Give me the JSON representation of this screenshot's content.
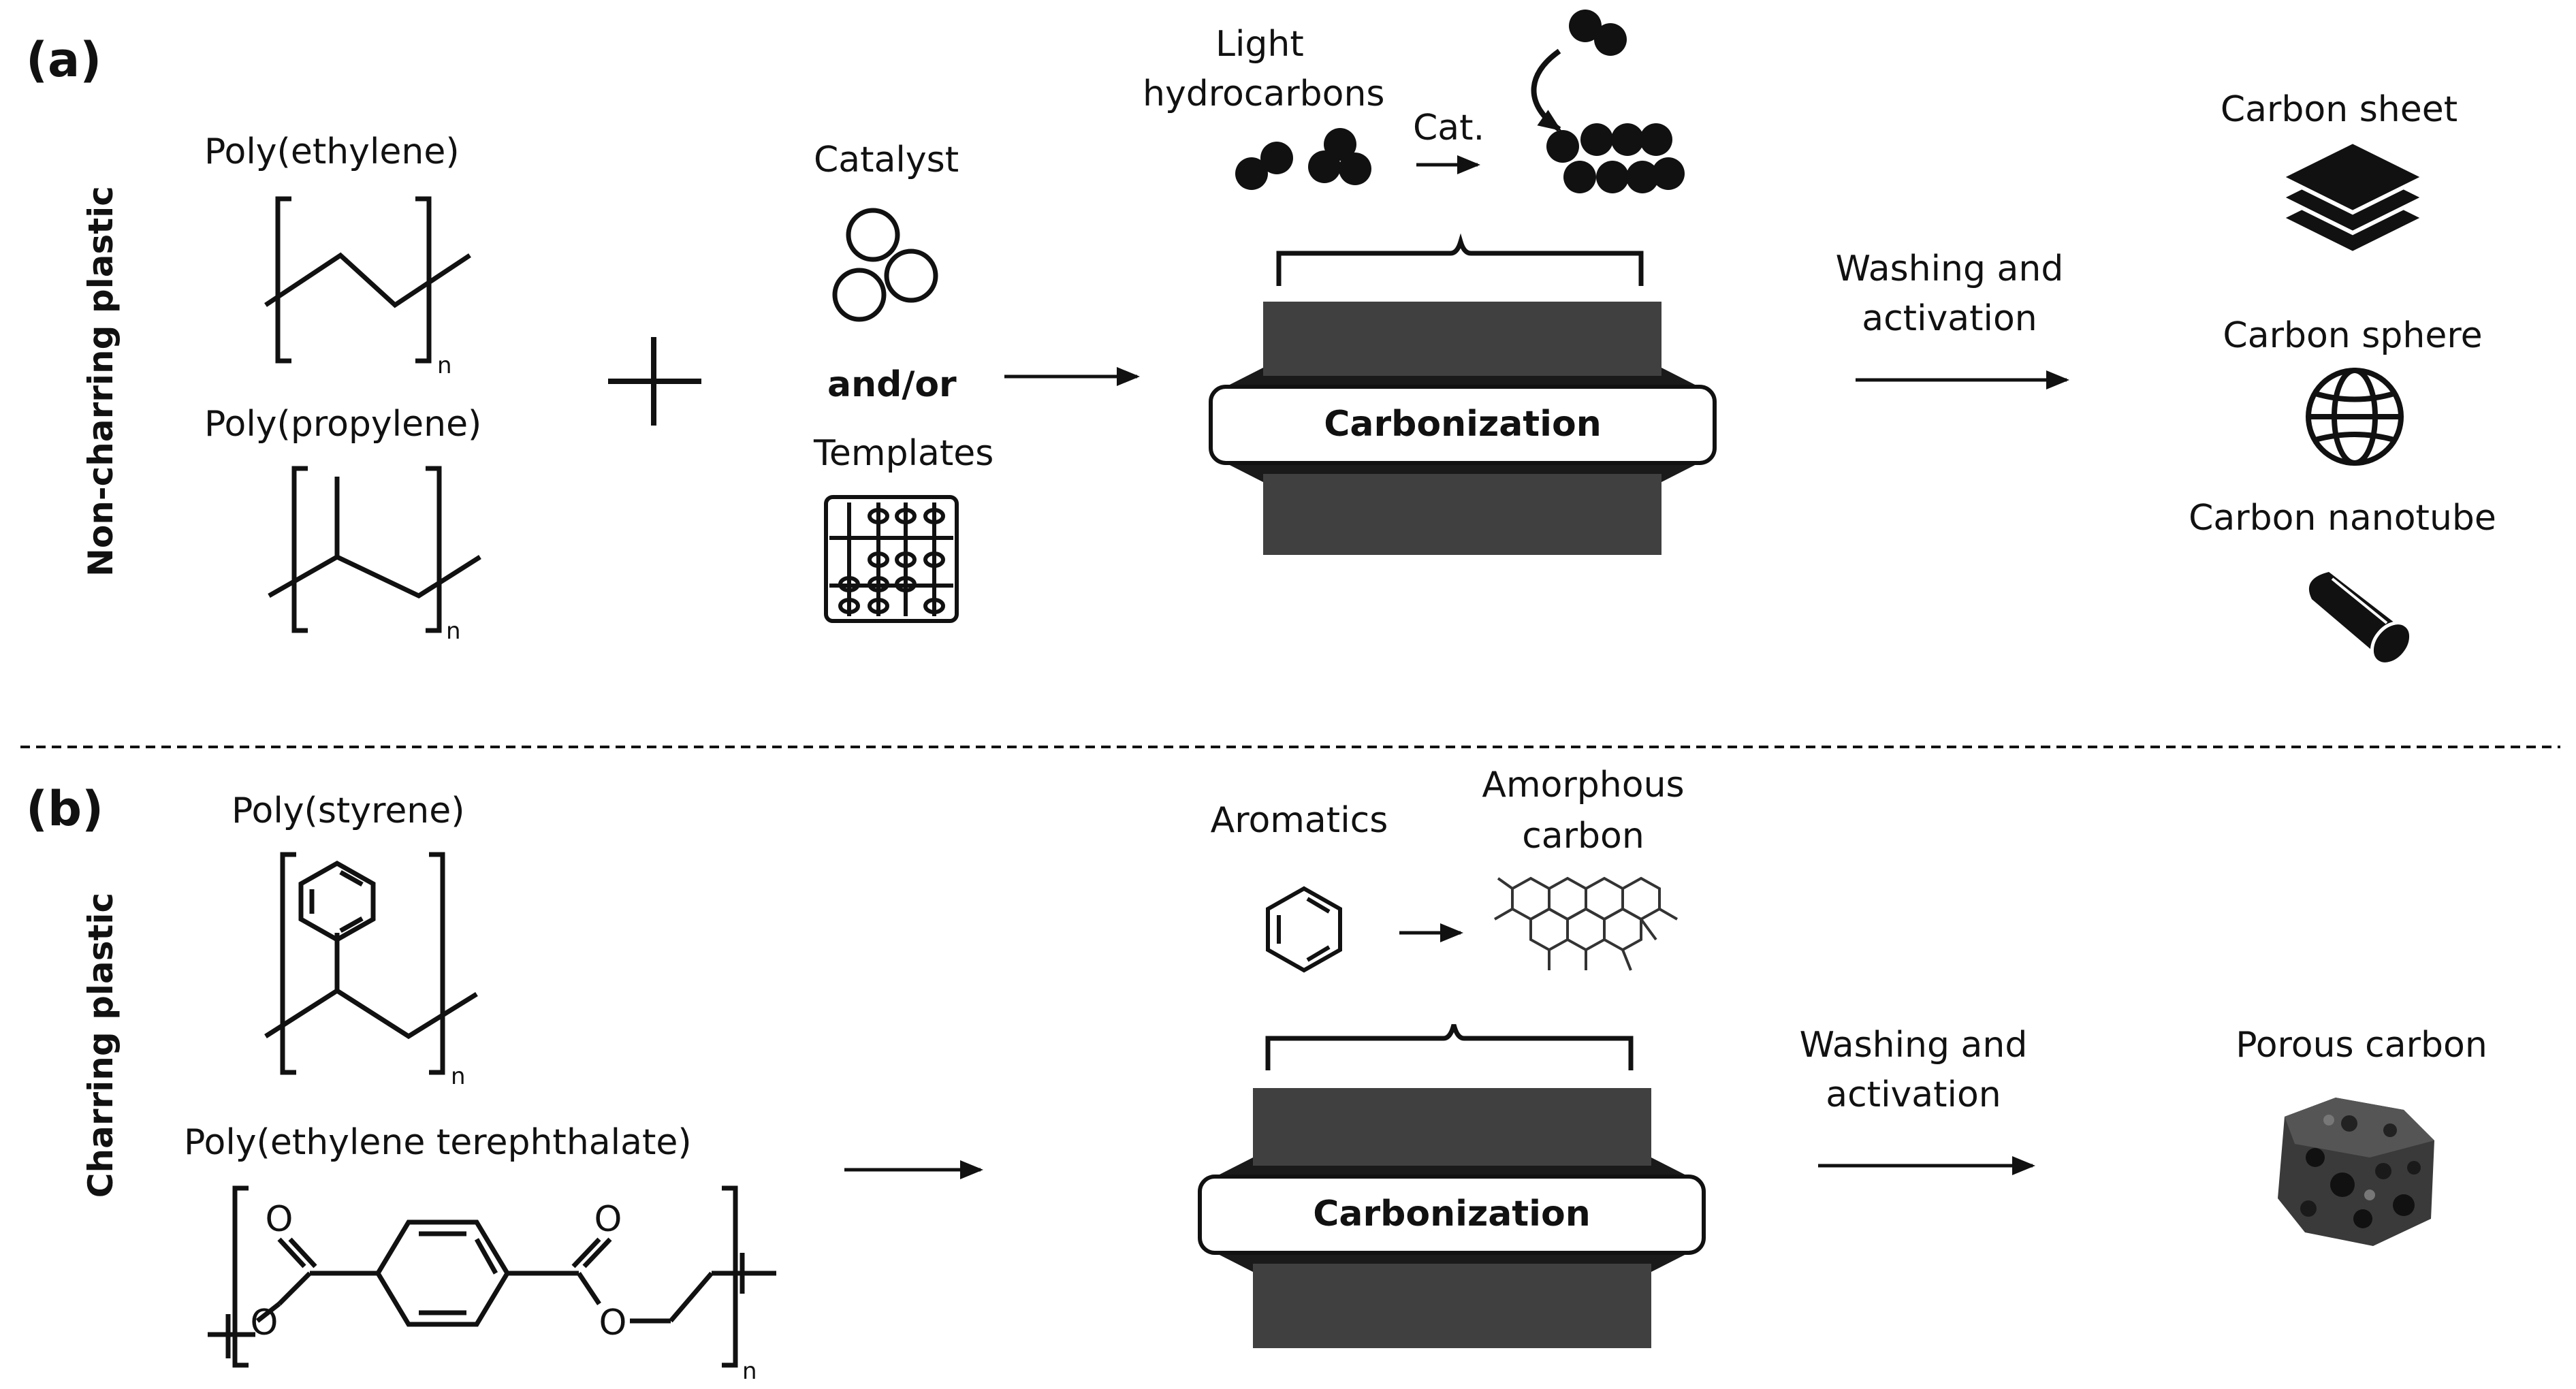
{
  "panel_a": {
    "label": "(a)",
    "side_label": "Non-charring plastic",
    "polymer_1": "Poly(ethylene)",
    "polymer_2": "Poly(propylene)",
    "subscript_n": "n",
    "catalyst": "Catalyst",
    "and_or": "and/or",
    "templates": "Templates",
    "light_hc_1": "Light",
    "light_hc_2": "hydrocarbons",
    "cat": "Cat.",
    "carbonization": "Carbonization",
    "washing_1": "Washing and",
    "washing_2": "activation",
    "product_1": "Carbon sheet",
    "product_2": "Carbon sphere",
    "product_3": "Carbon nanotube"
  },
  "panel_b": {
    "label": "(b)",
    "side_label": "Charring plastic",
    "polymer_1": "Poly(styrene)",
    "polymer_2": "Poly(ethylene terephthalate)",
    "subscript_n": "n",
    "aromatics": "Aromatics",
    "amorphous_1": "Amorphous",
    "amorphous_2": "carbon",
    "carbonization": "Carbonization",
    "washing_1": "Washing and",
    "washing_2": "activation",
    "product": "Porous carbon"
  },
  "colors": {
    "ink": "#111111",
    "furnace": "#404040",
    "furnace_dark": "#1a1a1a"
  }
}
